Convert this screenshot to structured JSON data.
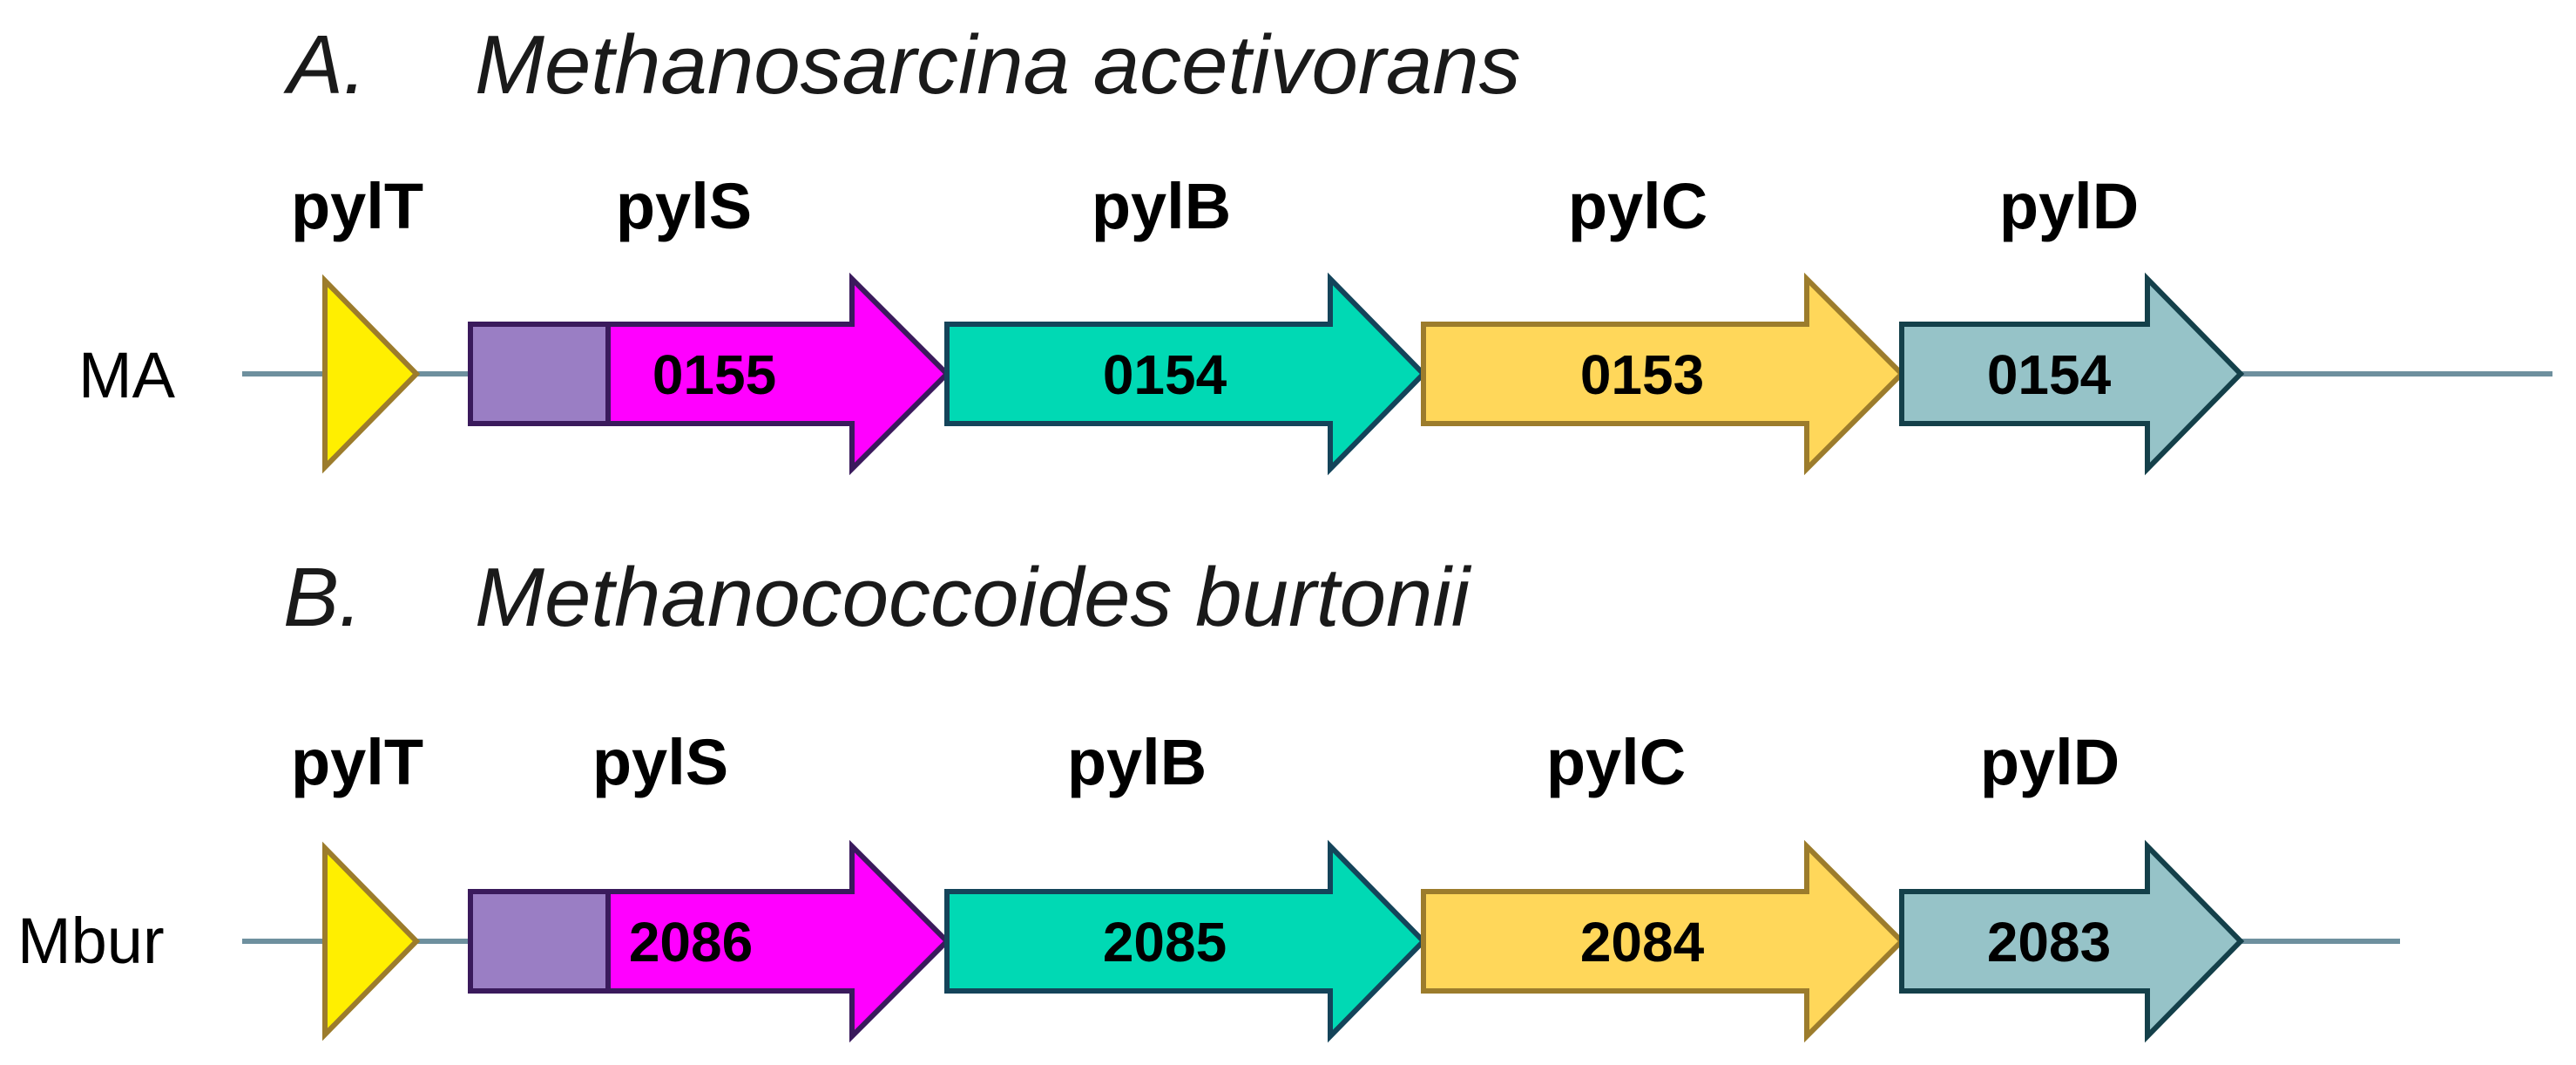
{
  "panels": [
    {
      "letter": "A.",
      "species": "Methanosarcina acetivorans",
      "row_label": "MA",
      "genes": [
        {
          "name": "pylT",
          "id": "",
          "kind": "trna",
          "fill": "#ffef00",
          "stroke": "#9c7c2c"
        },
        {
          "name": "pylS",
          "id": "0155",
          "kind": "split",
          "fill": "#ff00ff",
          "domain_fill": "#9a7ec4",
          "stroke": "#3a1a5c"
        },
        {
          "name": "pylB",
          "id": "0154",
          "kind": "arrow",
          "fill": "#00d9b4",
          "stroke": "#14445a"
        },
        {
          "name": "pylC",
          "id": "0153",
          "kind": "arrow",
          "fill": "#ffd75a",
          "stroke": "#9c7c2c"
        },
        {
          "name": "pylD",
          "id": "0154",
          "kind": "arrow",
          "fill": "#96c3c8",
          "stroke": "#14404a"
        }
      ]
    },
    {
      "letter": "B.",
      "species": "Methanococcoides burtonii",
      "row_label": "Mbur",
      "genes": [
        {
          "name": "pylT",
          "id": "",
          "kind": "trna",
          "fill": "#ffef00",
          "stroke": "#9c7c2c"
        },
        {
          "name": "pylS",
          "id": "2086",
          "kind": "split",
          "fill": "#ff00ff",
          "domain_fill": "#9a7ec4",
          "stroke": "#3a1a5c"
        },
        {
          "name": "pylB",
          "id": "2085",
          "kind": "arrow",
          "fill": "#00d9b4",
          "stroke": "#14445a"
        },
        {
          "name": "pylC",
          "id": "2084",
          "kind": "arrow",
          "fill": "#ffd75a",
          "stroke": "#9c7c2c"
        },
        {
          "name": "pylD",
          "id": "2083",
          "kind": "arrow",
          "fill": "#96c3c8",
          "stroke": "#14404a"
        }
      ]
    }
  ]
}
